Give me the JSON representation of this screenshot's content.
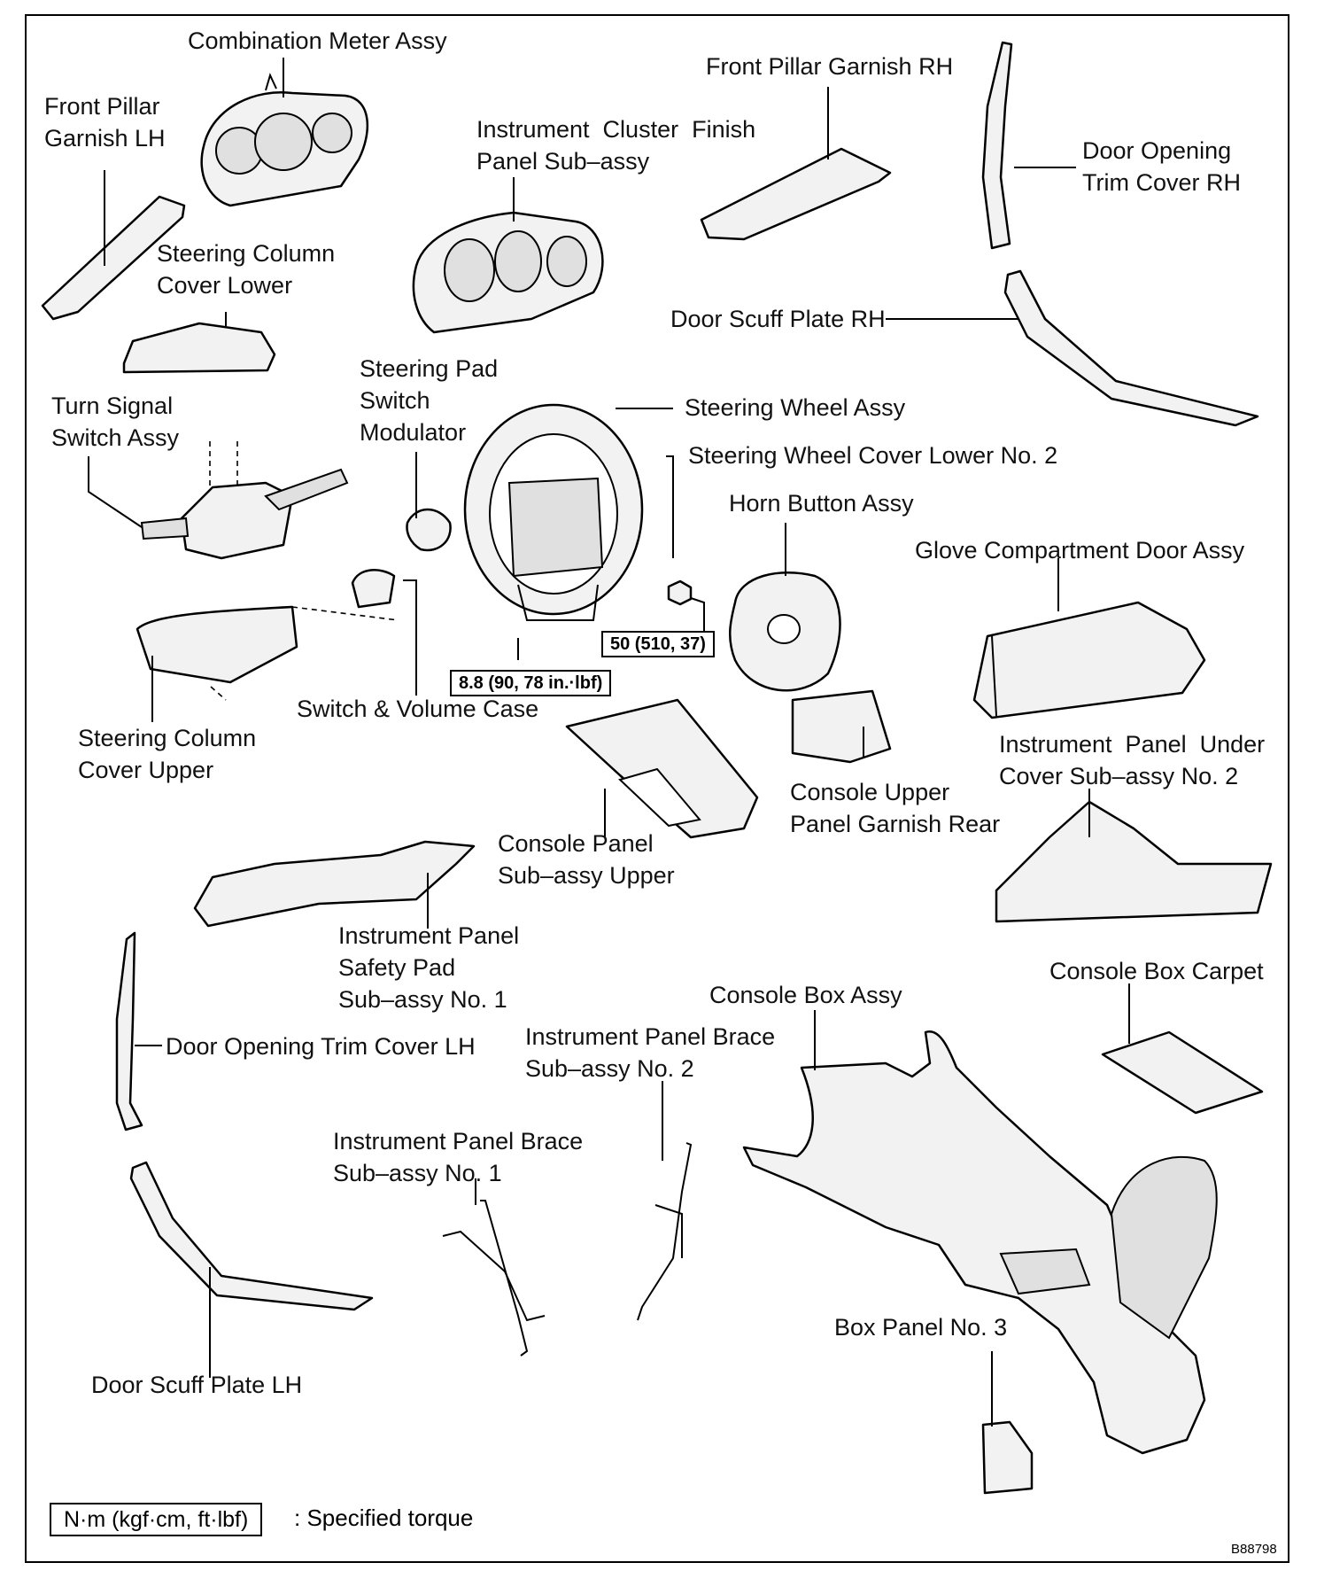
{
  "labels": {
    "combination_meter": [
      "Combination Meter Assy"
    ],
    "front_pillar_lh": [
      "Front Pillar",
      "Garnish LH"
    ],
    "instrument_cluster": [
      "Instrument  Cluster  Finish",
      "Panel Sub–assy"
    ],
    "front_pillar_rh": [
      "Front Pillar Garnish RH"
    ],
    "door_opening_rh": [
      "Door Opening",
      "Trim Cover RH"
    ],
    "steering_column_lower": [
      "Steering Column",
      "Cover Lower"
    ],
    "door_scuff_rh": [
      "Door Scuff Plate RH"
    ],
    "steering_pad_switch": [
      "Steering Pad",
      "Switch",
      "Modulator"
    ],
    "turn_signal": [
      "Turn Signal",
      "Switch Assy"
    ],
    "steering_wheel": [
      "Steering Wheel Assy"
    ],
    "steering_wheel_cover": [
      "Steering Wheel Cover Lower No. 2"
    ],
    "horn_button": [
      "Horn Button Assy"
    ],
    "glove_compartment": [
      "Glove Compartment Door Assy"
    ],
    "switch_volume_case": [
      "Switch & Volume Case"
    ],
    "steering_column_upper": [
      "Steering Column",
      "Cover Upper"
    ],
    "instrument_panel_under": [
      "Instrument  Panel  Under",
      "Cover Sub–assy No. 2"
    ],
    "console_upper_garnish": [
      "Console Upper",
      "Panel Garnish Rear"
    ],
    "console_panel_upper": [
      "Console Panel",
      "Sub–assy Upper"
    ],
    "instrument_safety_pad": [
      "Instrument Panel",
      "Safety Pad",
      "Sub–assy No. 1"
    ],
    "console_box_carpet": [
      "Console Box Carpet"
    ],
    "console_box_assy": [
      "Console Box Assy"
    ],
    "door_opening_lh": [
      "Door Opening Trim Cover LH"
    ],
    "brace_no2": [
      "Instrument Panel Brace",
      "Sub–assy No. 2"
    ],
    "brace_no1": [
      "Instrument Panel Brace",
      "Sub–assy No. 1"
    ],
    "box_panel_no3": [
      "Box Panel No. 3"
    ],
    "door_scuff_lh": [
      "Door Scuff Plate LH"
    ]
  },
  "torques": {
    "steering_wheel_nut": "50 (510, 37)",
    "switch_case_screw": "8.8 (90, 78 in.·lbf)"
  },
  "legend": {
    "unit": "N·m (kgf·cm, ft·lbf)",
    "meaning": ": Specified torque"
  },
  "figure_code": "B88798"
}
